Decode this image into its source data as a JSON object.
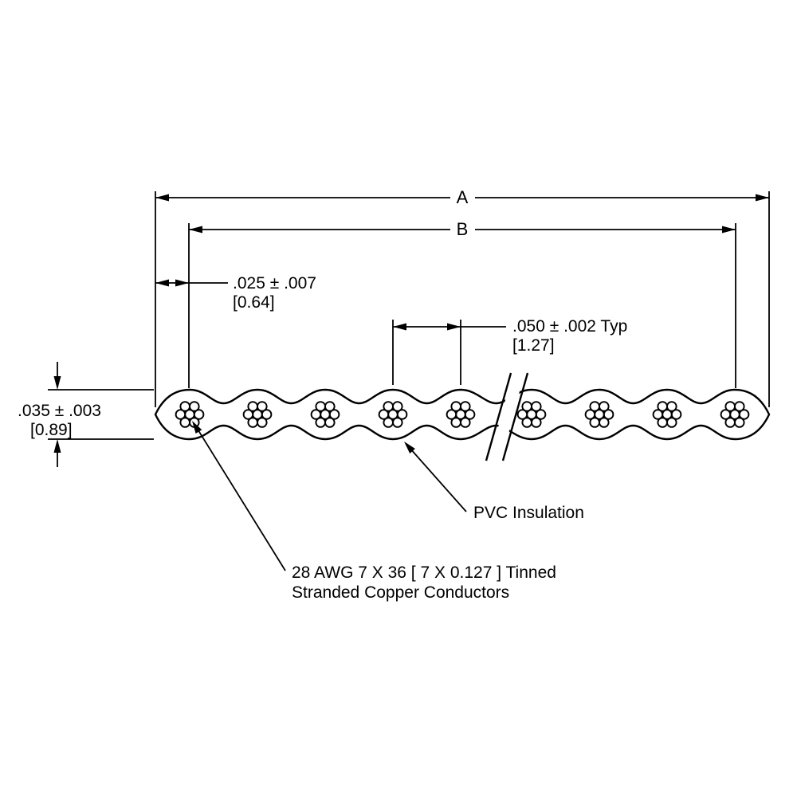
{
  "drawing": {
    "title_hint": "ribbon cable cross-section dimension drawing",
    "conductors_visible": 9,
    "dim_overall": {
      "label": "A"
    },
    "dim_centers": {
      "label": "B"
    },
    "dim_edge_margin": {
      "inches": ".025 ± .007",
      "mm": "[0.64]"
    },
    "dim_pitch": {
      "inches": ".050 ± .002 Typ",
      "mm": "[1.27]"
    },
    "dim_thickness": {
      "inches": ".035 ± .003",
      "mm": "[0.89]"
    },
    "callout_insulation": {
      "label": "PVC Insulation"
    },
    "callout_conductor": {
      "line1": "28 AWG 7 X 36 [ 7 X 0.127 ] Tinned",
      "line2": "Stranded Copper Conductors"
    },
    "colors": {
      "line": "#000000",
      "background": "#ffffff"
    }
  }
}
